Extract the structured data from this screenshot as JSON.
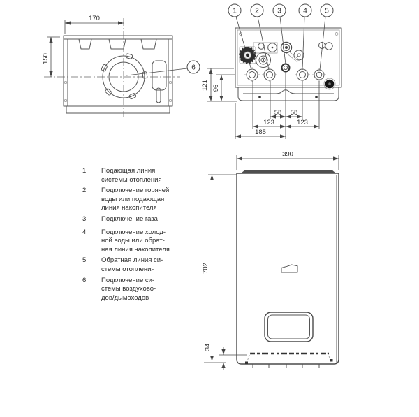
{
  "legend": {
    "items": [
      {
        "num": "1",
        "lines": [
          "Подающая линия",
          "системы отопления"
        ]
      },
      {
        "num": "2",
        "lines": [
          "Подключение горячей",
          "воды или подающая",
          "линия накопителя"
        ]
      },
      {
        "num": "3",
        "lines": [
          "Подключение газа"
        ]
      },
      {
        "num": "4",
        "lines": [
          "Подключение холод-",
          "ной воды или обрат-",
          "ная линия накопителя"
        ]
      },
      {
        "num": "5",
        "lines": [
          "Обратная линия си-",
          "стемы отопления"
        ]
      },
      {
        "num": "6",
        "lines": [
          "Подключение си-",
          "стемы воздухово-",
          "дов/дымоходов"
        ]
      }
    ]
  },
  "top_view": {
    "dim_width": "170",
    "dim_height": "150",
    "callout": "6"
  },
  "bottom_view": {
    "callouts": [
      "1",
      "2",
      "3",
      "4",
      "5"
    ],
    "dim_h_outer": "121",
    "dim_h_inner": "96",
    "dim_58_left": "58",
    "dim_58_right": "58",
    "dim_123_left": "123",
    "dim_123_right": "123",
    "dim_185": "185"
  },
  "front_view": {
    "dim_width": "390",
    "dim_height": "702",
    "dim_bottom": "34"
  },
  "colors": {
    "line": "#555555",
    "dim": "#4a4a4a",
    "text": "#2e2e2e",
    "dark_fill": "#4f4f4f"
  }
}
